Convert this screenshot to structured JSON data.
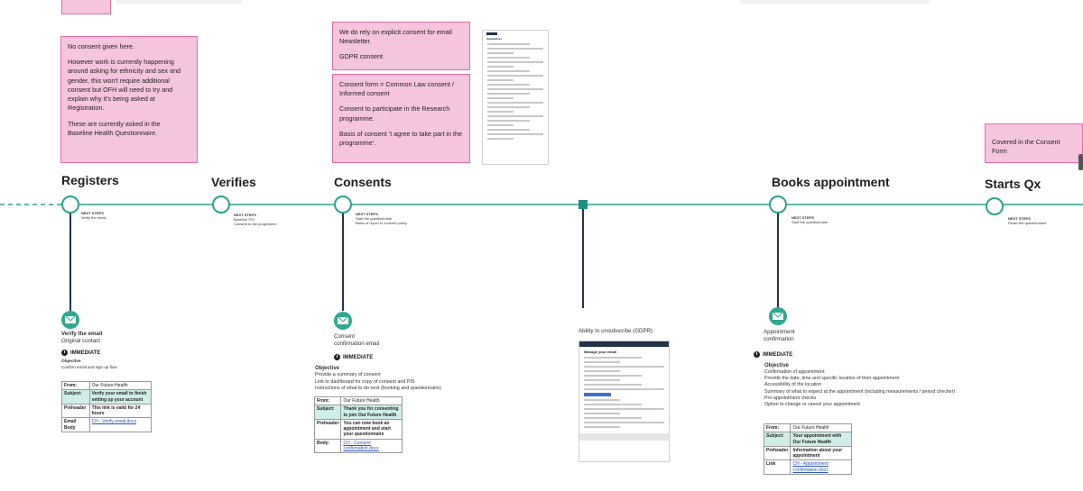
{
  "colors": {
    "sticky_fill": "#f5c4dd",
    "sticky_border": "#e46aa6",
    "timeline": "#2aa28f",
    "connector": "#23344a",
    "mail_icon": "#2ea88f"
  },
  "notes": {
    "registers": [
      "No consent given here.",
      "However work is currently happening around asking for ethnicity and sex and gender, this won't require additional consent but OFH will need to try and explain why it's being asked at Registration.",
      "These are currently asked in the\nBaseline Health Questionnaire."
    ],
    "newsletter": [
      "We do rely on explicit consent for email Newsletter.",
      "GDPR consent"
    ],
    "consent_form": [
      "Consent form = Common Law consent / Informed consent",
      "Consent to participate in the Research programme.",
      "Basis of consent 'I agree to take part in the programme'."
    ],
    "starts_qx": [
      "Covered in the Consent Form"
    ]
  },
  "stages": [
    {
      "title": "Registers",
      "next_steps_heading": "NEXT STEPS",
      "next_steps": "Verify the email"
    },
    {
      "title": "Verifies",
      "next_steps_heading": "NEXT STEPS",
      "next_steps": "Baseline PIS\nConsent to the programme"
    },
    {
      "title": "Consents",
      "next_steps_heading": "NEXT STEPS",
      "next_steps": "Start the questionnaire\nBasis of report to consent policy"
    },
    {
      "title": "Books appointment",
      "next_steps_heading": "NEXT STEPS",
      "next_steps": "Start the questionnaire"
    },
    {
      "title": "Starts Qx",
      "next_steps_heading": "NEXT STEPS",
      "next_steps": "Finish the questionnaire"
    }
  ],
  "emails": {
    "verify": {
      "title": "Verify the email",
      "subtitle": "Original contact",
      "timing": "IMMEDIATE",
      "objective_heading": "Objective",
      "objective": "Confirm email and sign up flow",
      "rows": [
        {
          "key": "From:",
          "value": "Our Future Health"
        },
        {
          "key": "Subject:",
          "value": "Verify your email to finish setting up your account"
        },
        {
          "key": "Preheader",
          "value": "This link is valid for 24 hours"
        },
        {
          "key": "Email Body",
          "value": "CH - Verify email.docx"
        }
      ]
    },
    "consent": {
      "title": "Consent\nconfirmation email",
      "timing": "IMMEDIATE",
      "objective_heading": "Objective",
      "objective": "Provide a summary of consent\nLink to dashboard for copy of consent and PIS\nInstructions of what to do next (booking and questionnaire)",
      "rows": [
        {
          "key": "From:",
          "value": "Our Future Health"
        },
        {
          "key": "Subject:",
          "value": "Thank you for consenting to join Our Future Health"
        },
        {
          "key": "Preheader",
          "value": "You can now book an appointment and start your questionnaire"
        },
        {
          "key": "Body:",
          "value": "CH - Consent confirmation.docx"
        }
      ]
    },
    "unsubscribe": {
      "title": "Ability to unsubscribe (GDPR)"
    },
    "appointment": {
      "title": "Appointment\nconfirmation",
      "timing": "IMMEDIATE",
      "objective_heading": "Objective",
      "objective": "Confirmation of appointment\nProvide the date, time and specific location of their appointment\nAccessibility of the location\nSummary of what to expect at the appointment (including measurements / period checker)\nPre-appointment checks\nOption to change or cancel your appointment",
      "rows": [
        {
          "key": "From:",
          "value": "Our Future Health"
        },
        {
          "key": "Subject:",
          "value": "Your appointment with Our Future Health"
        },
        {
          "key": "Preheader",
          "value": "Information about your appointment"
        },
        {
          "key": "Link",
          "value": "CH - Appointment confirmation.docx"
        }
      ]
    }
  },
  "thumbnails": {
    "consent_doc_heading": "Appendices",
    "unsubscribe_heading": "Manage your email"
  }
}
